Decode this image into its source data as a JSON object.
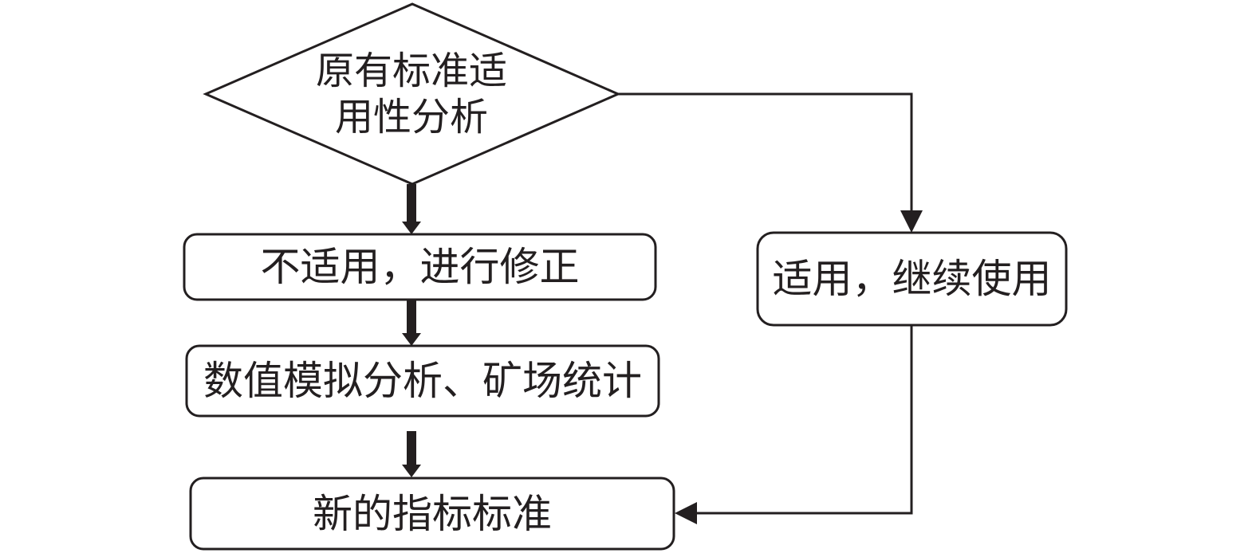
{
  "diagram": {
    "decision": {
      "line1": "原有标准适",
      "line2": "用性分析"
    },
    "steps": {
      "not_applicable": "不适用，进行修正",
      "analysis": "数值模拟分析、矿场统计",
      "new_standard": "新的指标标准",
      "applicable": "适用，继续使用"
    },
    "colors": {
      "stroke": "#231f20",
      "fill": "#ffffff"
    }
  }
}
